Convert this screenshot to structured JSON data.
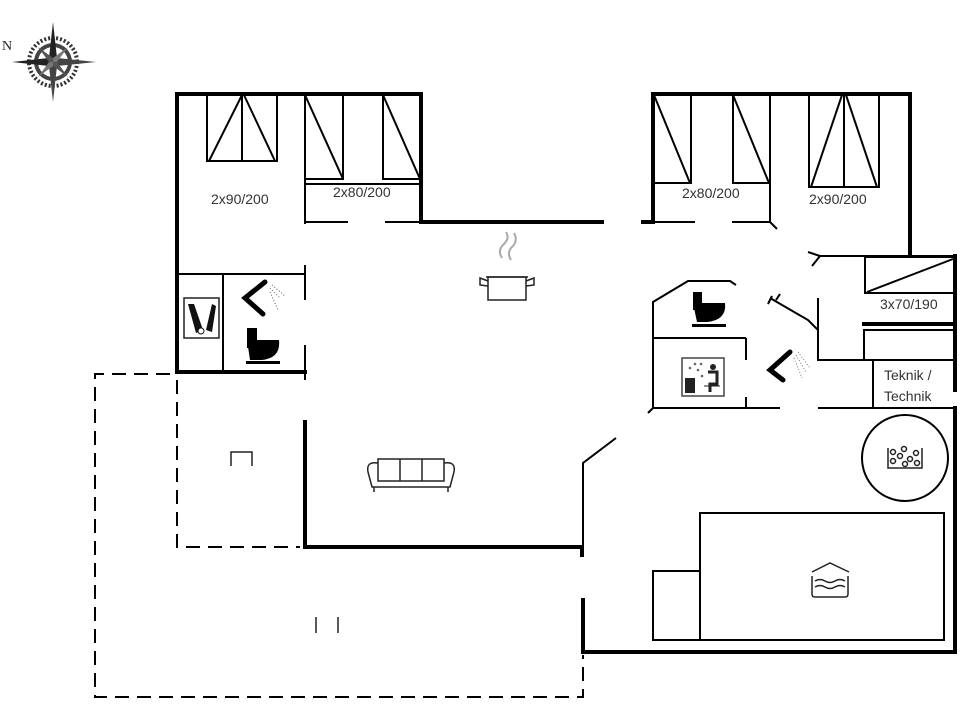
{
  "compass": {
    "north_label": "N"
  },
  "bedrooms": [
    {
      "id": "bedroom-1",
      "bed_label": "2x90/200"
    },
    {
      "id": "bedroom-2",
      "bed_label": "2x80/200"
    },
    {
      "id": "bedroom-3",
      "bed_label": "2x80/200"
    },
    {
      "id": "bedroom-4",
      "bed_label": "2x90/200"
    },
    {
      "id": "bedroom-5",
      "bed_label": "3x70/190"
    }
  ],
  "rooms": {
    "technical_room": {
      "line1": "Teknik /",
      "line2": "Technik"
    }
  },
  "icons": [
    "compass-rose-icon",
    "kitchen-pot-icon",
    "sofa-icon",
    "shower-icon",
    "toilet-icon",
    "washing-machine-icon",
    "sauna-icon",
    "whirlpool-icon",
    "swimming-pool-icon"
  ],
  "colors": {
    "wall": "#000000",
    "background": "#ffffff",
    "label": "#333333"
  }
}
